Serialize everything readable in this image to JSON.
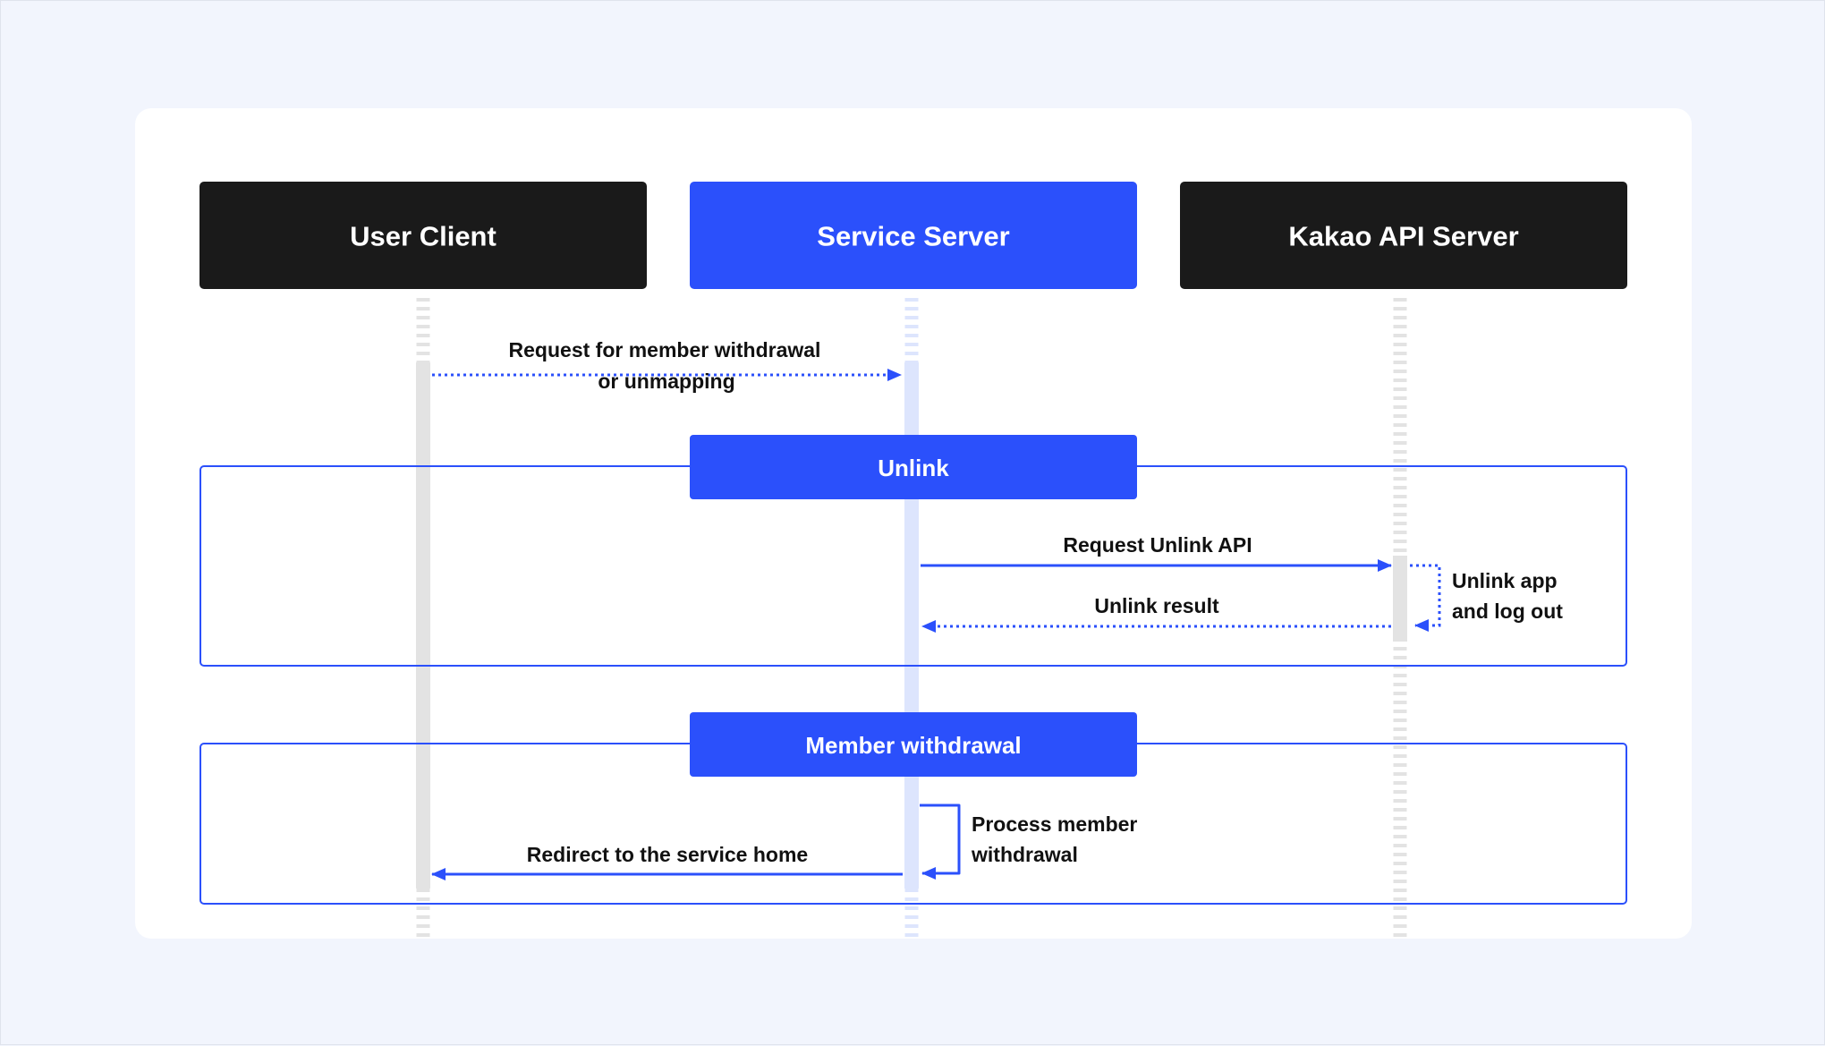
{
  "colors": {
    "background": "#f2f5fd",
    "card": "#ffffff",
    "actor_dark": "#1a1a1a",
    "accent_blue": "#2b50fb",
    "lifeline_gray": "#e3e3e3",
    "lifeline_blue": "#dde5fd",
    "text": "#111111"
  },
  "actors": {
    "user_client": "User Client",
    "service_server": "Service Server",
    "kakao_api_server": "Kakao API Server"
  },
  "messages": {
    "request_withdrawal_line1": "Request for member withdrawal",
    "request_withdrawal_line2": "or unmapping",
    "request_unlink_api": "Request Unlink API",
    "unlink_result": "Unlink result",
    "unlink_app_line1": "Unlink app",
    "unlink_app_line2": "and log out",
    "process_withdrawal_line1": "Process member",
    "process_withdrawal_line2": "withdrawal",
    "redirect_home": "Redirect to the service home"
  },
  "frames": {
    "unlink": "Unlink",
    "member_withdrawal": "Member withdrawal"
  }
}
